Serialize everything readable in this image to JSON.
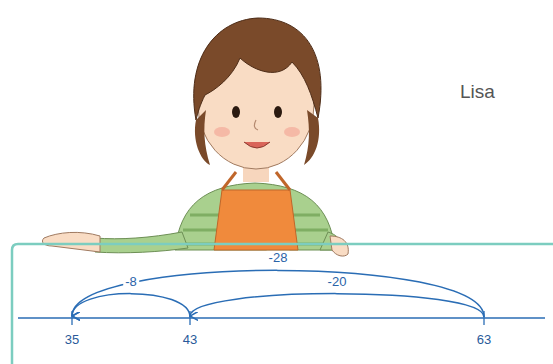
{
  "diagram": {
    "labels": [
      "Lisa",
      "-28",
      "-8",
      "-20",
      "35",
      "43",
      "63"
    ]
  }
}
